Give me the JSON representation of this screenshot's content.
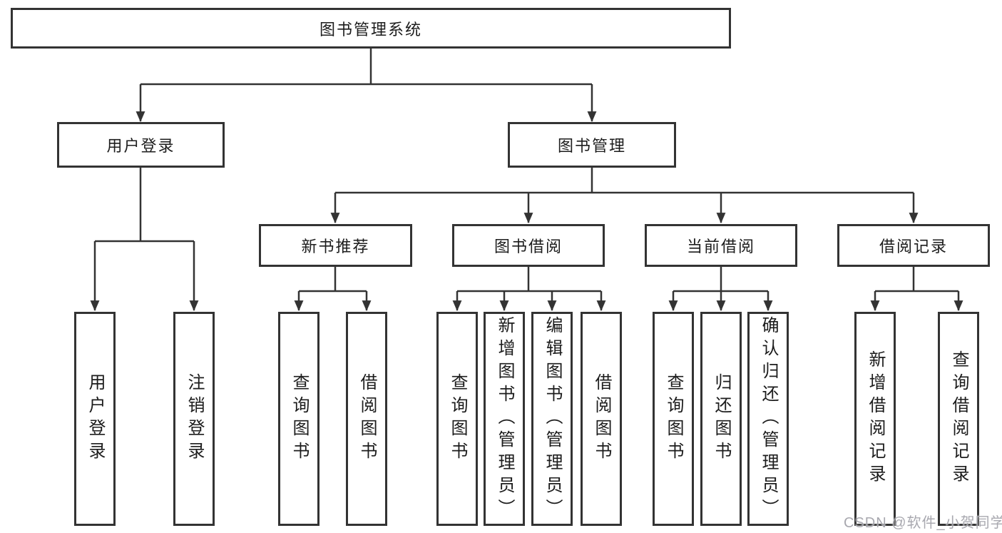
{
  "nodes": {
    "root": "图书管理系统",
    "level2": [
      "用户登录",
      "图书管理"
    ],
    "level3": [
      "新书推荐",
      "图书借阅",
      "当前借阅",
      "借阅记录"
    ],
    "leaves_user": [
      "用户登录",
      "注销登录"
    ],
    "leaves_recommend": [
      "查询图书",
      "借阅图书"
    ],
    "leaves_borrow": [
      "查询图书",
      "新增图书（管理员）",
      "编辑图书（管理员）",
      "借阅图书"
    ],
    "leaves_current": [
      "查询图书",
      "归还图书",
      "确认归还（管理员）"
    ],
    "leaves_records": [
      "新增借阅记录",
      "查询借阅记录"
    ]
  },
  "watermark": "CSDN @软件_小贺同学",
  "colors": {
    "line": "#333333",
    "box_border": "#333333",
    "background": "#ffffff",
    "watermark": "#9e9ea6"
  }
}
